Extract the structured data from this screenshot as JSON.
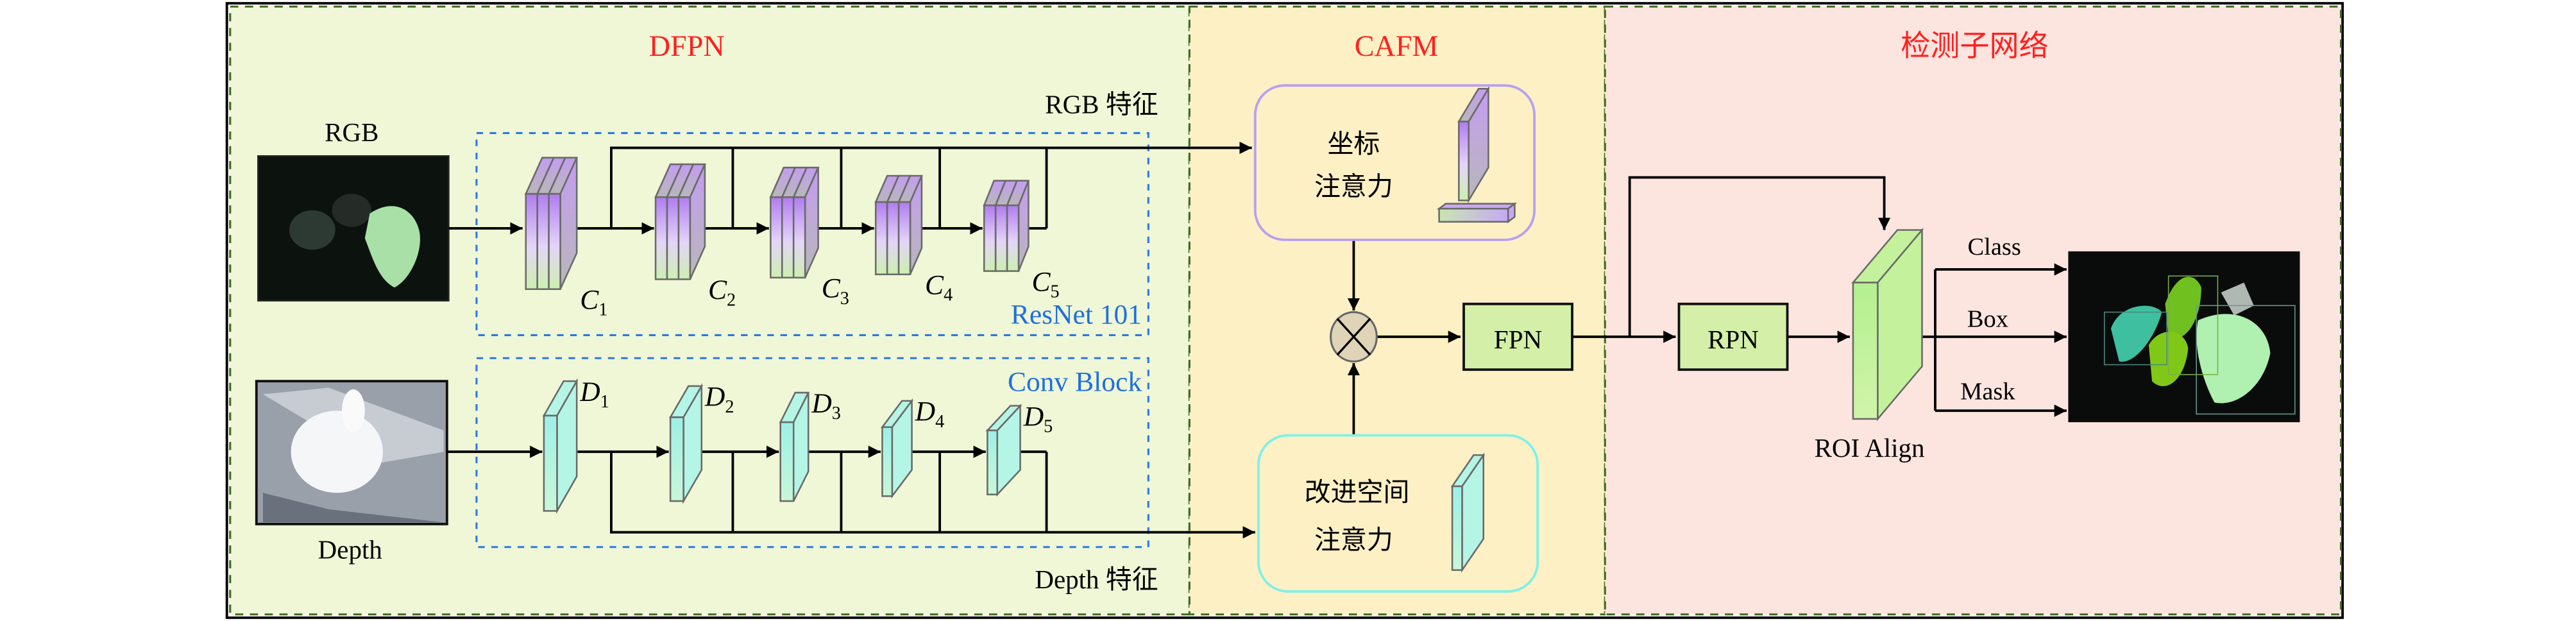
{
  "colors": {
    "dfpn_bg": "#eff7d6",
    "cafm_bg": "#fdf0c4",
    "detect_bg": "#fde5df",
    "section_border": "#3d6b1e",
    "title_red": "#ff2020",
    "label_blue": "#1f6fe0",
    "rgb_slab": "#c9a8f2",
    "depth_slab": "#b5f5e6",
    "green_box": "#d4f0a8",
    "coord_border": "#b8a0f0",
    "spatial_border": "#80f0e8"
  },
  "sections": {
    "dfpn_title": "DFPN",
    "cafm_title": "CAFM",
    "detect_title": "检测子网络"
  },
  "dfpn": {
    "rgb_label": "RGB",
    "depth_label": "Depth",
    "rgb_feature_label": "RGB 特征",
    "depth_feature_label": "Depth 特征",
    "resnet_label": "ResNet 101",
    "conv_block_label": "Conv Block",
    "c_layers": [
      "C",
      "C",
      "C",
      "C",
      "C"
    ],
    "c_subscripts": [
      "1",
      "2",
      "3",
      "4",
      "5"
    ],
    "d_layers": [
      "D",
      "D",
      "D",
      "D",
      "D"
    ],
    "d_subscripts": [
      "1",
      "2",
      "3",
      "4",
      "5"
    ]
  },
  "cafm": {
    "coord_attention_line1": "坐标",
    "coord_attention_line2": "注意力",
    "spatial_attention_line1": "改进空间",
    "spatial_attention_line2": "注意力",
    "fpn_label": "FPN",
    "multiply_icon": "circled-times-icon"
  },
  "detect": {
    "rpn_label": "RPN",
    "roi_align_label": "ROI Align",
    "outputs": [
      "Class",
      "Box",
      "Mask"
    ]
  }
}
